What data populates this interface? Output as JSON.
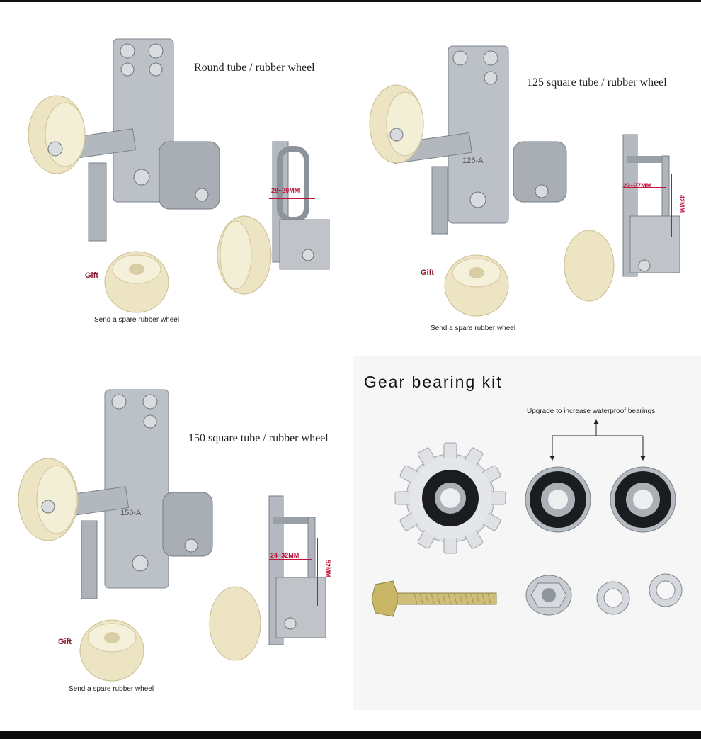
{
  "panels": [
    {
      "title": "Round tube / rubber wheel",
      "measurement": "28~29MM",
      "gift_label": "Gift",
      "spare_label": "Send a spare rubber wheel"
    },
    {
      "title": "125 square tube / rubber wheel",
      "stamp": "125-A",
      "measurement": "23~27MM",
      "height": "42MM",
      "gift_label": "Gift",
      "spare_label": "Send a spare rubber wheel"
    },
    {
      "title": "150 square tube / rubber wheel",
      "stamp": "150-A",
      "measurement": "24~32MM",
      "height": "52MM",
      "gift_label": "Gift",
      "spare_label": "Send a spare rubber wheel"
    }
  ],
  "kit": {
    "title": "Gear bearing kit",
    "upgrade_note": "Upgrade to increase waterproof bearings"
  },
  "colors": {
    "metal": "#b9bec4",
    "metal_dark": "#7d848c",
    "nylon": "#efe8c8",
    "nylon_shadow": "#cfc49a",
    "dimension": "#c0143c",
    "bearing_black": "#1b1c1f"
  }
}
